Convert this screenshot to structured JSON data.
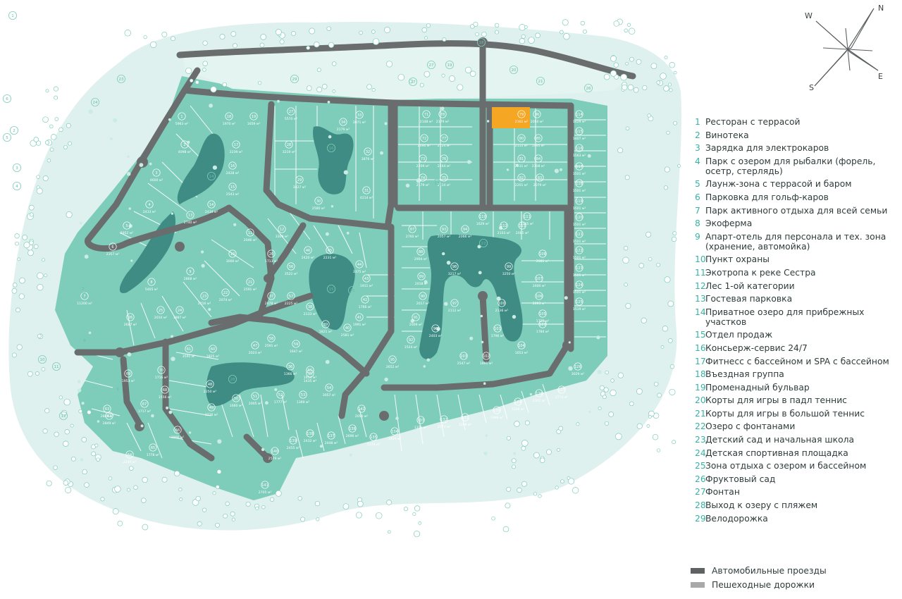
{
  "compass": {
    "labels": [
      "N",
      "E",
      "S",
      "W"
    ]
  },
  "legend": [
    {
      "num": "1",
      "label": "Ресторан с террасой"
    },
    {
      "num": "2",
      "label": "Винотека"
    },
    {
      "num": "3",
      "label": "Зарядка для электрокаров"
    },
    {
      "num": "4",
      "label": "Парк с озером для рыбалки (форель, осетр, стерлядь)"
    },
    {
      "num": "5",
      "label": "Лаунж-зона с террасой и баром"
    },
    {
      "num": "6",
      "label": "Парковка для гольф-каров"
    },
    {
      "num": "7",
      "label": "Парк активного отдыха для всей семьи"
    },
    {
      "num": "8",
      "label": "Экоферма"
    },
    {
      "num": "9",
      "label": "Апарт-отель для персонала и тех. зона (хранение, автомойка)"
    },
    {
      "num": "10",
      "label": "Пункт охраны"
    },
    {
      "num": "11",
      "label": "Экотропа к реке Сестра"
    },
    {
      "num": "12",
      "label": "Лес 1-ой категории"
    },
    {
      "num": "13",
      "label": "Гостевая парковка"
    },
    {
      "num": "14",
      "label": "Приватное озеро для прибрежных участков"
    },
    {
      "num": "15",
      "label": "Отдел продаж"
    },
    {
      "num": "16",
      "label": "Консьерж-сервис 24/7"
    },
    {
      "num": "17",
      "label": "Фитнесс с бассейном и SPA с бассейном"
    },
    {
      "num": "18",
      "label": "Въездная группа"
    },
    {
      "num": "19",
      "label": "Променадный бульвар"
    },
    {
      "num": "20",
      "label": "Корты для игры в падл теннис"
    },
    {
      "num": "21",
      "label": "Корты для игры в большой теннис"
    },
    {
      "num": "22",
      "label": "Озеро с фонтанами"
    },
    {
      "num": "23",
      "label": "Детский сад и начальная школа"
    },
    {
      "num": "24",
      "label": "Детская спортивная площадка"
    },
    {
      "num": "25",
      "label": "Зона отдыха с озером и бассейном"
    },
    {
      "num": "26",
      "label": "Фруктовый сад"
    },
    {
      "num": "27",
      "label": "Фонтан"
    },
    {
      "num": "28",
      "label": "Выход к озеру с пляжем"
    },
    {
      "num": "29",
      "label": "Велодорожка"
    }
  ],
  "keys": [
    {
      "label": "Автомобильные проезды",
      "color": "#5f6262"
    },
    {
      "label": "Пешеходные дорожки",
      "color": "#a9a9a9"
    }
  ],
  "colors": {
    "plot": "#7ecdbb",
    "plot_line": "#ffffff",
    "lake": "#3e8c84",
    "road": "#6a6d6d",
    "halo": "#dff1ee",
    "highlight": "#f5a623",
    "accent_number": "#36b3a3"
  },
  "plots": [
    {
      "n": "1",
      "a": "5963"
    },
    {
      "n": "2",
      "a": "4098"
    },
    {
      "n": "3",
      "a": "4600"
    },
    {
      "n": "4",
      "a": "2433"
    },
    {
      "n": "5",
      "a": "2952"
    },
    {
      "n": "6",
      "a": "2357"
    },
    {
      "n": "7",
      "a": "11200"
    },
    {
      "n": "8",
      "a": "5465"
    },
    {
      "n": "9",
      "a": "2868"
    },
    {
      "n": "10",
      "a": "3000"
    },
    {
      "n": "11",
      "a": "2046"
    },
    {
      "n": "12",
      "a": "3309"
    },
    {
      "n": "13",
      "a": "2740"
    },
    {
      "n": "14",
      "a": "2434"
    },
    {
      "n": "15",
      "a": "2543"
    },
    {
      "n": "16",
      "a": "2428"
    },
    {
      "n": "17",
      "a": "2239"
    },
    {
      "n": "18",
      "a": "1970"
    },
    {
      "n": "19",
      "a": "1659"
    },
    {
      "n": "20",
      "a": "1713"
    },
    {
      "n": "21",
      "a": "2591"
    },
    {
      "n": "22",
      "a": "2074"
    },
    {
      "n": "23",
      "a": "2016"
    },
    {
      "n": "24",
      "a": "1987"
    },
    {
      "n": "25",
      "a": "2010"
    },
    {
      "n": "26",
      "a": "2687"
    },
    {
      "n": "27",
      "a": "5570"
    },
    {
      "n": "28",
      "a": "3219"
    },
    {
      "n": "29",
      "a": "3427"
    },
    {
      "n": "30",
      "a": "2580"
    },
    {
      "n": "31",
      "a": "4214"
    },
    {
      "n": "32",
      "a": "3876"
    },
    {
      "n": "33",
      "a": "3071"
    },
    {
      "n": "34",
      "a": "2179"
    },
    {
      "n": "35",
      "a": "1435"
    },
    {
      "n": "36",
      "a": "1366"
    },
    {
      "n": "37",
      "a": "2678"
    },
    {
      "n": "38",
      "a": "2133"
    },
    {
      "n": "39",
      "a": "1821"
    },
    {
      "n": "40",
      "a": "2581"
    },
    {
      "n": "41",
      "a": "1991"
    },
    {
      "n": "42",
      "a": "1766"
    },
    {
      "n": "43",
      "a": "1911"
    },
    {
      "n": "44",
      "a": "3375"
    },
    {
      "n": "45",
      "a": "2231"
    },
    {
      "n": "46",
      "a": "2420"
    },
    {
      "n": "47",
      "a": "2023"
    },
    {
      "n": "48",
      "a": "2250"
    },
    {
      "n": "49",
      "a": "3226"
    },
    {
      "n": "50",
      "a": "1660"
    },
    {
      "n": "51",
      "a": "2005"
    },
    {
      "n": "52",
      "a": "1777"
    },
    {
      "n": "53",
      "a": "1369"
    },
    {
      "n": "54",
      "a": "3057"
    },
    {
      "n": "55",
      "a": "1614"
    },
    {
      "n": "56",
      "a": "3522"
    },
    {
      "n": "57",
      "a": "2225"
    },
    {
      "n": "58",
      "a": "2591"
    },
    {
      "n": "59",
      "a": "1647"
    },
    {
      "n": "60",
      "a": "1825"
    },
    {
      "n": "61",
      "a": "3591"
    },
    {
      "n": "62",
      "a": "2849"
    },
    {
      "n": "63",
      "a": "2849"
    },
    {
      "n": "64",
      "a": "2249"
    },
    {
      "n": "65",
      "a": "1778"
    },
    {
      "n": "66",
      "a": "1906"
    },
    {
      "n": "67",
      "a": "1717"
    },
    {
      "n": "68",
      "a": "1556"
    },
    {
      "n": "69",
      "a": "1953"
    },
    {
      "n": "70",
      "a": "1716"
    },
    {
      "n": "71",
      "a": "2148"
    },
    {
      "n": "72",
      "a": "2090"
    },
    {
      "n": "73",
      "a": "2209"
    },
    {
      "n": "74",
      "a": "2179"
    },
    {
      "n": "75",
      "a": "2214"
    },
    {
      "n": "76",
      "a": "2244"
    },
    {
      "n": "77",
      "a": "2124"
    },
    {
      "n": "78",
      "a": "2179"
    },
    {
      "n": "79",
      "a": "2161",
      "highlight": true
    },
    {
      "n": "80",
      "a": "2111"
    },
    {
      "n": "81",
      "a": "2231"
    },
    {
      "n": "82",
      "a": "2201"
    },
    {
      "n": "83",
      "a": "2079"
    },
    {
      "n": "84",
      "a": "2108"
    },
    {
      "n": "85",
      "a": "1995"
    },
    {
      "n": "86",
      "a": "2050"
    },
    {
      "n": "87",
      "a": "2760"
    },
    {
      "n": "88",
      "a": "2904"
    },
    {
      "n": "89",
      "a": "2018"
    },
    {
      "n": "90",
      "a": "2017"
    },
    {
      "n": "91",
      "a": "2009"
    },
    {
      "n": "92",
      "a": "1524"
    },
    {
      "n": "93",
      "a": "2057"
    },
    {
      "n": "94",
      "a": "2066"
    },
    {
      "n": "95",
      "a": "2652"
    },
    {
      "n": "96",
      "a": "2403"
    },
    {
      "n": "97",
      "a": "2112"
    },
    {
      "n": "98",
      "a": "3217"
    },
    {
      "n": "99",
      "a": "3250"
    },
    {
      "n": "100",
      "a": "2136"
    },
    {
      "n": "101",
      "a": "1796"
    },
    {
      "n": "102",
      "a": "1891"
    },
    {
      "n": "103",
      "a": "2547"
    },
    {
      "n": "104",
      "a": "1653"
    },
    {
      "n": "105",
      "a": "1722"
    },
    {
      "n": "106",
      "a": "2093"
    },
    {
      "n": "107",
      "a": "2600"
    },
    {
      "n": "108",
      "a": "2081"
    },
    {
      "n": "109",
      "a": "1784"
    },
    {
      "n": "110",
      "a": "1629"
    },
    {
      "n": "111",
      "a": "2365"
    },
    {
      "n": "112",
      "a": "2103"
    },
    {
      "n": "113",
      "a": "2085"
    },
    {
      "n": "114",
      "a": "1429"
    },
    {
      "n": "115",
      "a": "1407"
    },
    {
      "n": "116",
      "a": "1563"
    },
    {
      "n": "117",
      "a": "1501"
    },
    {
      "n": "118",
      "a": "1501"
    },
    {
      "n": "119",
      "a": "1501"
    },
    {
      "n": "120",
      "a": "1501"
    },
    {
      "n": "121",
      "a": "1501"
    },
    {
      "n": "122",
      "a": "1501"
    },
    {
      "n": "123",
      "a": "1501"
    },
    {
      "n": "124",
      "a": "1501"
    },
    {
      "n": "125",
      "a": "1519"
    },
    {
      "n": "126",
      "a": "3029"
    },
    {
      "n": "127",
      "a": "2774"
    },
    {
      "n": "128",
      "a": "2102"
    },
    {
      "n": "129",
      "a": "2226"
    },
    {
      "n": "130",
      "a": "1998"
    },
    {
      "n": "131",
      "a": "2298"
    },
    {
      "n": "132",
      "a": "2573"
    },
    {
      "n": "133",
      "a": "1316"
    },
    {
      "n": "134",
      "a": "1929"
    },
    {
      "n": "135",
      "a": "2174"
    },
    {
      "n": "136",
      "a": "2696"
    },
    {
      "n": "137",
      "a": "2448"
    },
    {
      "n": "138",
      "a": "2432"
    },
    {
      "n": "139",
      "a": "2455"
    },
    {
      "n": "140",
      "a": "2579"
    },
    {
      "n": "141",
      "a": "2705"
    },
    {
      "n": "142",
      "a": "2050"
    }
  ]
}
